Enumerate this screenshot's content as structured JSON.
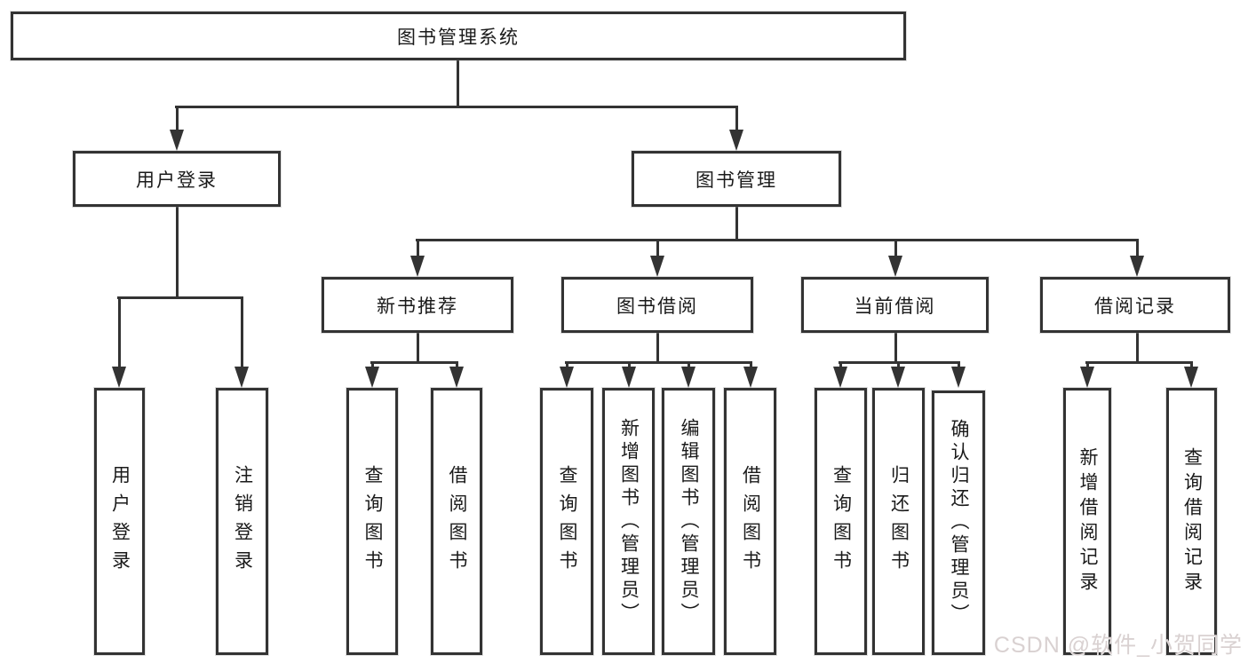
{
  "diagram": {
    "root": {
      "label": "图书管理系统"
    },
    "branches": {
      "user_login": {
        "label": "用户登录"
      },
      "book_management": {
        "label": "图书管理"
      },
      "new_book_recommend": {
        "label": "新书推荐"
      },
      "book_borrow": {
        "label": "图书借阅"
      },
      "current_borrow": {
        "label": "当前借阅"
      },
      "borrow_record": {
        "label": "借阅记录"
      }
    },
    "leaves": {
      "user_login": "用户登录",
      "logout": "注销登录",
      "nr_query_book": "查询图书",
      "nr_borrow_book": "借阅图书",
      "bb_query_book": "查询图书",
      "bb_add_book": "新增图书（管理员）",
      "bb_edit_book": "编辑图书（管理员）",
      "bb_borrow_book": "借阅图书",
      "cb_query_book": "查询图书",
      "cb_return_book": "归还图书",
      "cb_confirm_return": "确认归还（管理员）",
      "br_add_record": "新增借阅记录",
      "br_query_record": "查询借阅记录"
    }
  },
  "watermark": {
    "text": "CSDN @软件_小贺同学"
  },
  "colors": {
    "line": "#333333",
    "box_border": "#333333",
    "box_fill": "#ffffff",
    "text": "#1a1a1a",
    "watermark_text": "#d9d1d1",
    "background": "#ffffff"
  }
}
